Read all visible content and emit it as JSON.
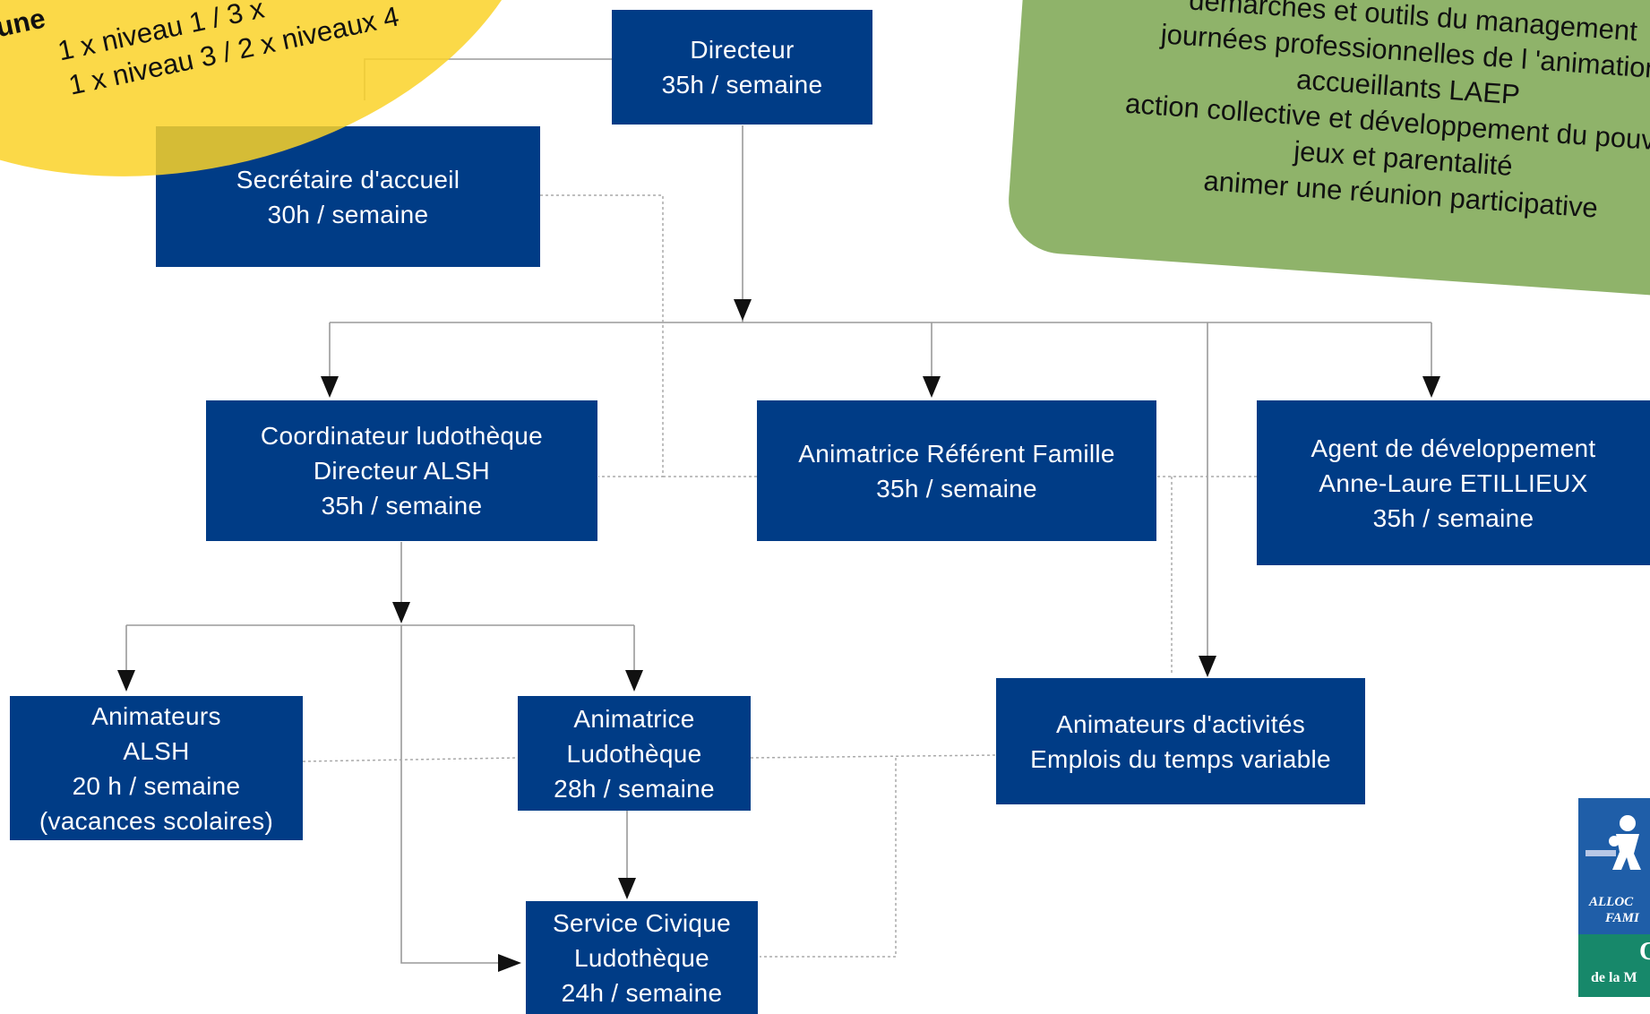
{
  "callouts": {
    "yellow_lines": [
      "une",
      "1 x niveau 1 / 3 x",
      "1 x niveau 3 / 2 x  niveaux 4"
    ],
    "green_lines": [
      "démarches et outils du management",
      "journées professionnelles de l 'animation",
      "accueillants LAEP",
      "action collective et développement du pouvoir",
      "jeux et parentalité",
      "animer une réunion participative"
    ]
  },
  "nodes": {
    "directeur": [
      "Directeur",
      "35h / semaine"
    ],
    "secretaire": [
      "Secrétaire d'accueil",
      "30h / semaine"
    ],
    "coordinateur": [
      "Coordinateur ludothèque",
      "Directeur ALSH",
      "35h / semaine"
    ],
    "referent": [
      "Animatrice Référent Famille",
      "35h / semaine"
    ],
    "agent": [
      "Agent de développement",
      "Anne-Laure ETILLIEUX",
      "35h / semaine"
    ],
    "alsh": [
      "Animateurs",
      "ALSH",
      "20 h / semaine",
      "(vacances scolaires)"
    ],
    "ludotheque": [
      "Animatrice",
      "Ludothèque",
      "28h / semaine"
    ],
    "activites": [
      "Animateurs d'activités",
      "Emplois du temps variable"
    ],
    "civique": [
      "Service Civique",
      "Ludothèque",
      "24h / semaine"
    ]
  },
  "logo": {
    "line1": "ALLOC",
    "line2": "FAMI",
    "line3": "C",
    "line4": "de la M"
  },
  "colors": {
    "box": "#003c86",
    "box_text": "#ffffff",
    "yellow": "#fad228",
    "green": "#8fb36a",
    "line": "#9a9a9a",
    "arrow": "#111111"
  }
}
